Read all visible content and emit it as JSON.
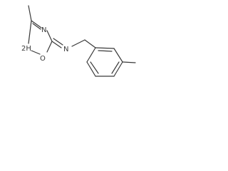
{
  "molecule": {
    "atoms": {
      "n4": "N",
      "n2": "2H",
      "o1": "O",
      "n_exo": "N"
    }
  }
}
